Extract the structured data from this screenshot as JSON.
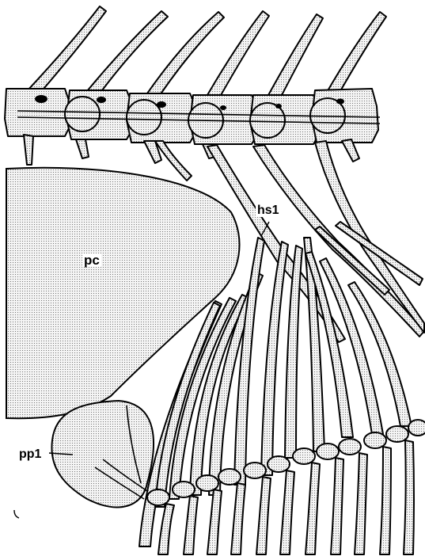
{
  "labels": {
    "pc": "pc",
    "hs1": "hs1",
    "pp1": "pp1"
  },
  "colors": {
    "ink": "#000000",
    "stipple": "#e9e9e9",
    "background": "#ffffff"
  }
}
